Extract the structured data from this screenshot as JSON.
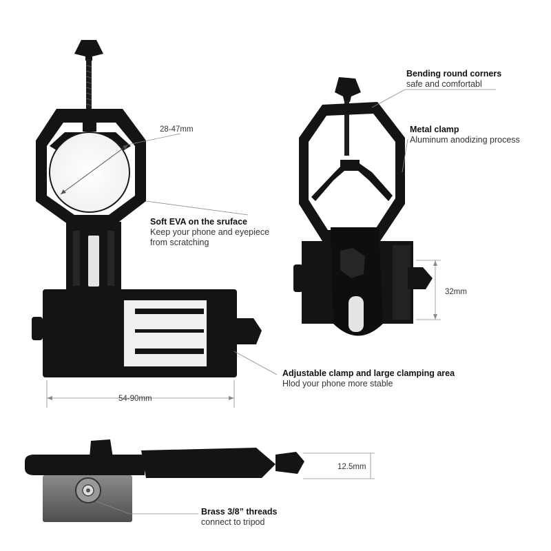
{
  "callouts": {
    "eva": {
      "title": "Soft EVA on the sruface",
      "line1": "Keep your phone and eyepiece",
      "line2": "from scratching"
    },
    "corners": {
      "title": "Bending round corners",
      "line1": "safe and comfortabl"
    },
    "metal": {
      "title": "Metal clamp",
      "line1": "Aluminum anodizing process"
    },
    "adjustable": {
      "title": "Adjustable clamp and large clamping area",
      "line1": "Hlod your phone more stable"
    },
    "brass": {
      "title": "Brass 3/8” threads",
      "line1": "connect to tripod"
    }
  },
  "dimensions": {
    "eyepiece_range": "28-47mm",
    "phone_width_range": "54-90mm",
    "thickness": "32mm",
    "profile_height": "12.5mm"
  },
  "colors": {
    "plastic": "#141414",
    "plastic_highlight": "#3a3a3a",
    "metal_plate": "#6e6e6e",
    "leader_line": "#8a8a8a"
  }
}
